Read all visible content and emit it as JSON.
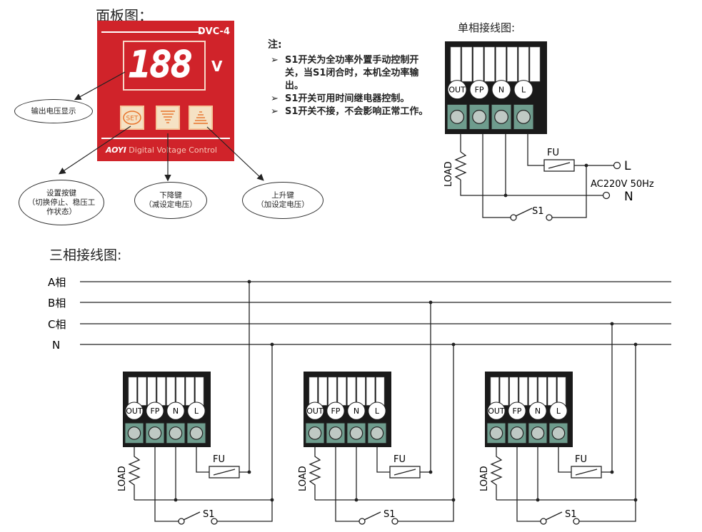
{
  "titles": {
    "panel": "面板图：",
    "single": "单相接线图:",
    "three": "三相接线图:"
  },
  "panel": {
    "model": "DVC-4",
    "display": "188",
    "unit": "V",
    "keys": {
      "set": "SET"
    },
    "brand_logo": "AOYI",
    "brand_text": "Digital Voltage Control"
  },
  "callouts": {
    "output": "输出电压显示",
    "set": [
      "设置按键",
      "（切换停止、稳压工",
      "作状态）"
    ],
    "down": [
      "下降键",
      "（减设定电压）"
    ],
    "up": [
      "上升键",
      "（加设定电压）"
    ]
  },
  "note": {
    "heading": "注:",
    "items": [
      "S1开关为全功率外置手动控制开关，当S1闭合时，本机全功率输出。",
      "S1开关可用时间继电器控制。",
      "S1开关不接，不会影响正常工作。"
    ]
  },
  "terminals": [
    "OUT",
    "FP",
    "N",
    "L"
  ],
  "labels": {
    "load": "LOAD",
    "fuse": "FU",
    "switch": "S1",
    "supply": "AC220V 50Hz",
    "L": "L",
    "N": "N"
  },
  "phases": [
    "A相",
    "B相",
    "C相",
    "N"
  ],
  "colors": {
    "panel_red": "#d0232a",
    "terminal_green": "#6e9c8d"
  }
}
